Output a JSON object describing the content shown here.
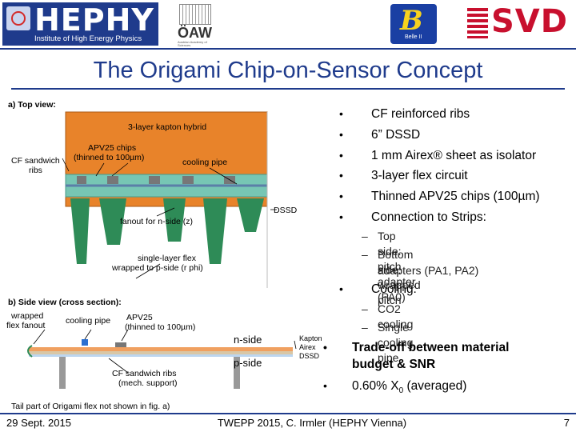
{
  "header": {
    "hephy_logo_text": "HEPHY",
    "hephy_subtitle": "Institute of High Energy Physics",
    "oaw_text": "ÖAW",
    "oaw_subtitle": "Austrian Academy of Sciences",
    "belle_text": "Belle II",
    "svd_text": "SVD"
  },
  "title": "The Origami Chip-on-Sensor Concept",
  "figure": {
    "top_view_label": "a) Top view:",
    "hybrid_label": "3-layer kapton hybrid",
    "apv_label_1": "APV25 chips",
    "apv_label_2": "(thinned to 100µm)",
    "cooling_label": "cooling pipe",
    "cf_label_1": "CF sandwich",
    "cf_label_2": "ribs",
    "dssd_label": "DSSD",
    "fanout_n_label": "fanout for n-side (z)",
    "single_flex_label_1": "single-layer flex",
    "single_flex_label_2": "wrapped to p-side (r phi)",
    "side_view_label": "b) Side view (cross section):",
    "wrapped_label_1": "wrapped",
    "wrapped_label_2": "flex fanout",
    "cooling_side_label": "cooling pipe",
    "apv_side_label_1": "APV25",
    "apv_side_label_2": "(thinned to 100µm)",
    "n_side_label": "n-side",
    "p_side_label": "p-side",
    "kapton_label": "Kapton",
    "airex_label": "Airex",
    "dssd_side_label": "DSSD",
    "cf_side_label_1": "CF sandwich ribs",
    "cf_side_label_2": "(mech. support)"
  },
  "bullets": [
    {
      "text": "CF reinforced ribs"
    },
    {
      "text": "6” DSSD"
    },
    {
      "text": "1 mm Airex® sheet as isolator"
    },
    {
      "text": "3-layer flex circuit"
    },
    {
      "text": "Thinned APV25 chips (100µm)"
    },
    {
      "text": "Connection to Strips:"
    }
  ],
  "sub_bullets_1": [
    {
      "text": "Top side: pitch adapter (PA0)"
    },
    {
      "text": "Bottom side: wrapped pitch"
    },
    {
      "text": "adapters (PA1, PA2)"
    }
  ],
  "bullet_cooling": "Cooling:",
  "sub_bullets_2": [
    {
      "text": "CO2 cooling"
    },
    {
      "text": "Single cooling pipe"
    }
  ],
  "bullet_tradeoff_1": "Trade-off between material",
  "bullet_tradeoff_2": "budget & SNR",
  "bullet_x0_prefix": "0.60% X",
  "bullet_x0_sub": "0",
  "bullet_x0_suffix": " (averaged)",
  "footnote": "Tail part of Origami flex not shown in fig. a)",
  "footer": {
    "date": "29 Sept. 2015",
    "center": "TWEPP 2015, C. Irmler (HEPHY Vienna)",
    "page": "7"
  },
  "colors": {
    "hybrid": "#e8832a",
    "flex_green": "#2e8b57",
    "brand_blue": "#1f3b8c",
    "svd_red": "#c8102e"
  }
}
